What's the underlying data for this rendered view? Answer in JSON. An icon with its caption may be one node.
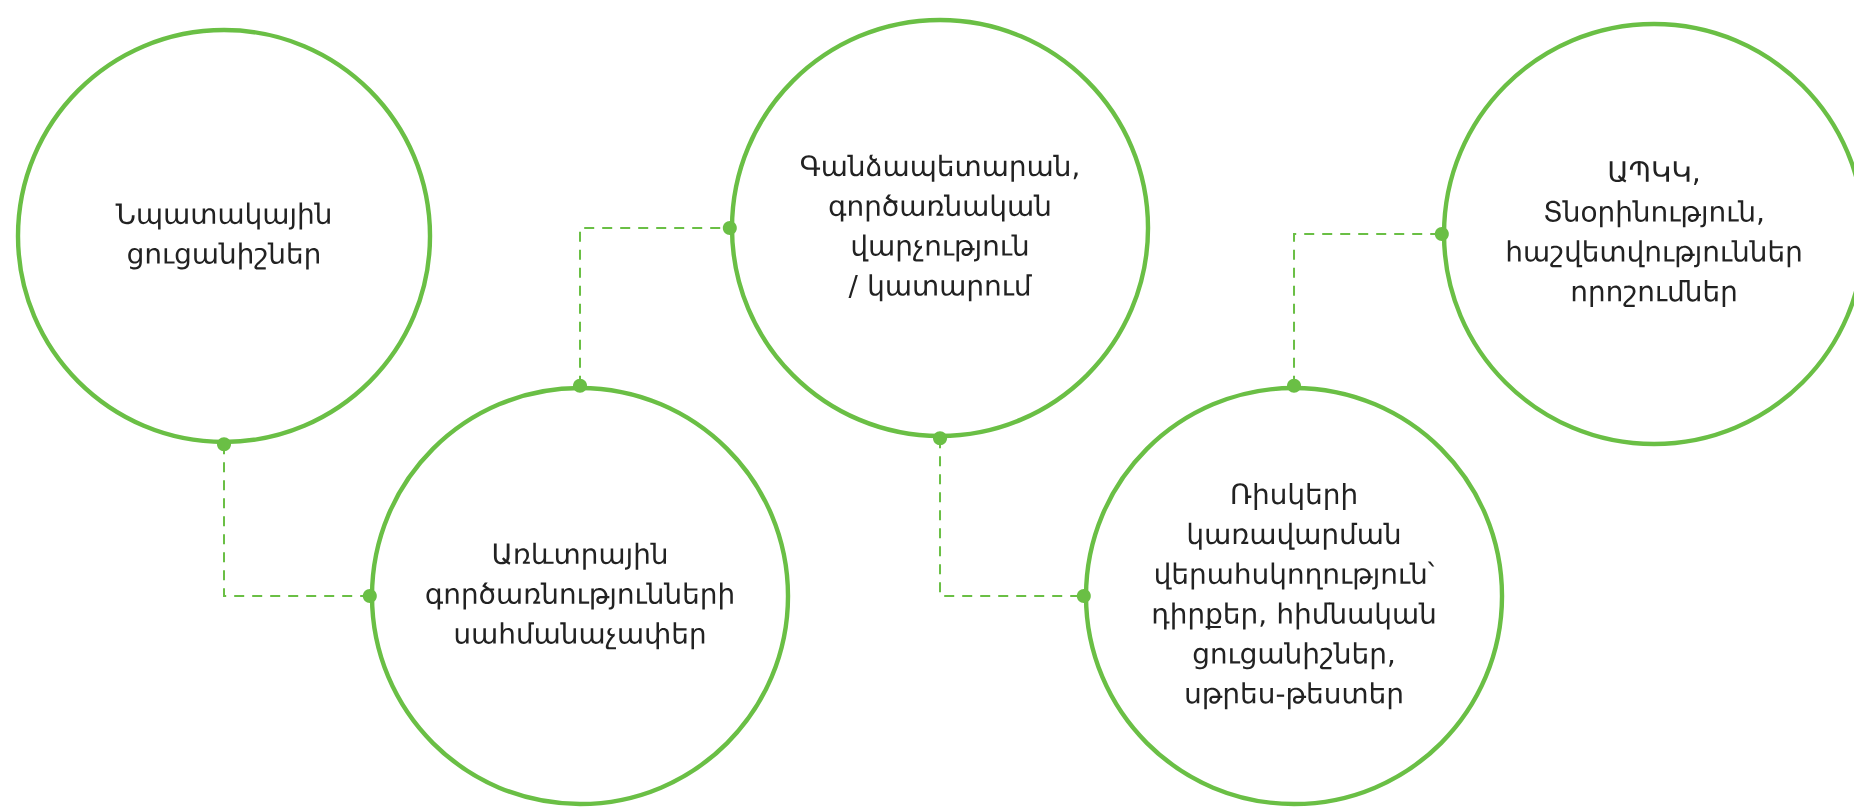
{
  "diagram": {
    "nodes": [
      {
        "text": [
          "Նպատակային ցուցանիշներ"
        ]
      },
      {
        "text": [
          "Առևտրային գործառնությունների սահմանաչափեր"
        ]
      },
      {
        "text": [
          "Գանձապետարան, գործառնական վարչություն / կատարում"
        ]
      },
      {
        "text": [
          "Ռիսկերի կառավարման վերահսկողություն՝ դիրքեր, հիմնական ցուցանիշներ, սթրես-թեստեր"
        ]
      },
      {
        "text": [
          "ԱՊԿԿ, Տնօրինություն, հաշվետվություններ որոշումներ"
        ]
      }
    ],
    "edges": [
      {
        "from": 0,
        "to": 1,
        "arrow": "other",
        "style": "dashed"
      },
      {
        "from": 1,
        "to": 2,
        "arrow": "other",
        "style": "dashed"
      },
      {
        "from": 2,
        "to": 3,
        "arrow": "other",
        "style": "dashed"
      },
      {
        "from": 3,
        "to": 4,
        "arrow": "other",
        "style": "dashed"
      }
    ]
  }
}
